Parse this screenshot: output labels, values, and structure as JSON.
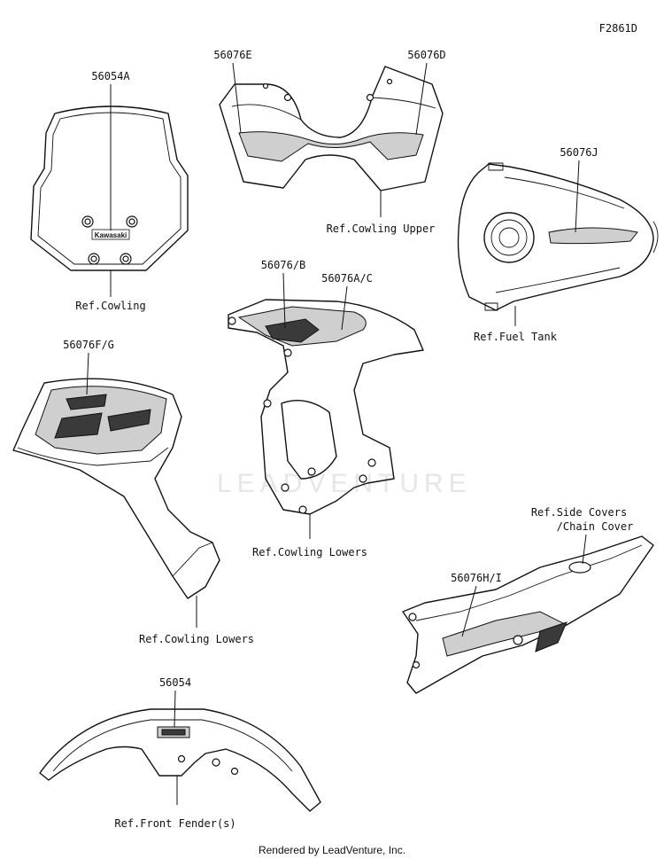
{
  "figure_code": "F2861D",
  "watermark": "LEADVENTURE",
  "footer": "Rendered by LeadVenture, Inc.",
  "windshield_decal_text": "Kawasaki",
  "parts": {
    "windshield": {
      "part_no": "56054A",
      "ref": "Ref.Cowling"
    },
    "upper_cowl_left": {
      "part_no": "56076E"
    },
    "upper_cowl_right": {
      "part_no": "56076D",
      "ref": "Ref.Cowling Upper"
    },
    "fuel_tank": {
      "part_no": "56076J",
      "ref": "Ref.Fuel Tank"
    },
    "side_cowl_b": {
      "part_no": "56076/B"
    },
    "side_cowl_ac": {
      "part_no": "56076A/C",
      "ref": "Ref.Cowling Lowers"
    },
    "lower_cowl_fg": {
      "part_no": "56076F/G",
      "ref": "Ref.Cowling Lowers"
    },
    "side_cover": {
      "part_no": "56076H/I",
      "ref_line1": "Ref.Side Covers",
      "ref_line2": "/Chain Cover"
    },
    "front_fender": {
      "part_no": "56054",
      "ref": "Ref.Front Fender(s)"
    }
  }
}
